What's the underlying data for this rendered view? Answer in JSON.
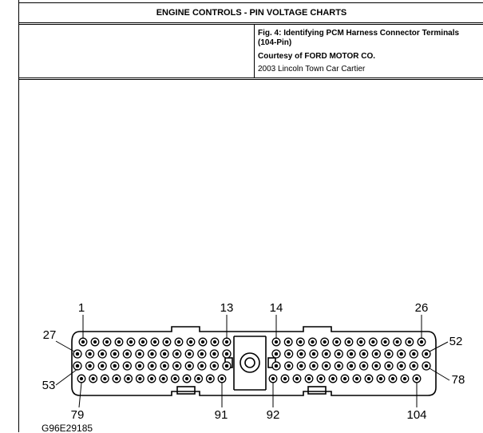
{
  "header": {
    "title": "ENGINE CONTROLS - PIN VOLTAGE CHARTS"
  },
  "caption": {
    "line1": "Fig. 4: Identifying PCM Harness Connector Terminals",
    "line2": "(104-Pin)",
    "line3": "Courtesy of FORD MOTOR CO.",
    "line4": "2003 Lincoln Town Car Cartier"
  },
  "diagram": {
    "labels": {
      "pin_1": "1",
      "pin_13": "13",
      "pin_14": "14",
      "pin_26": "26",
      "pin_27": "27",
      "pin_52": "52",
      "pin_53": "53",
      "pin_78": "78",
      "pin_79": "79",
      "pin_91": "91",
      "pin_92": "92",
      "pin_104": "104"
    },
    "figure_code": "G96E29185"
  }
}
